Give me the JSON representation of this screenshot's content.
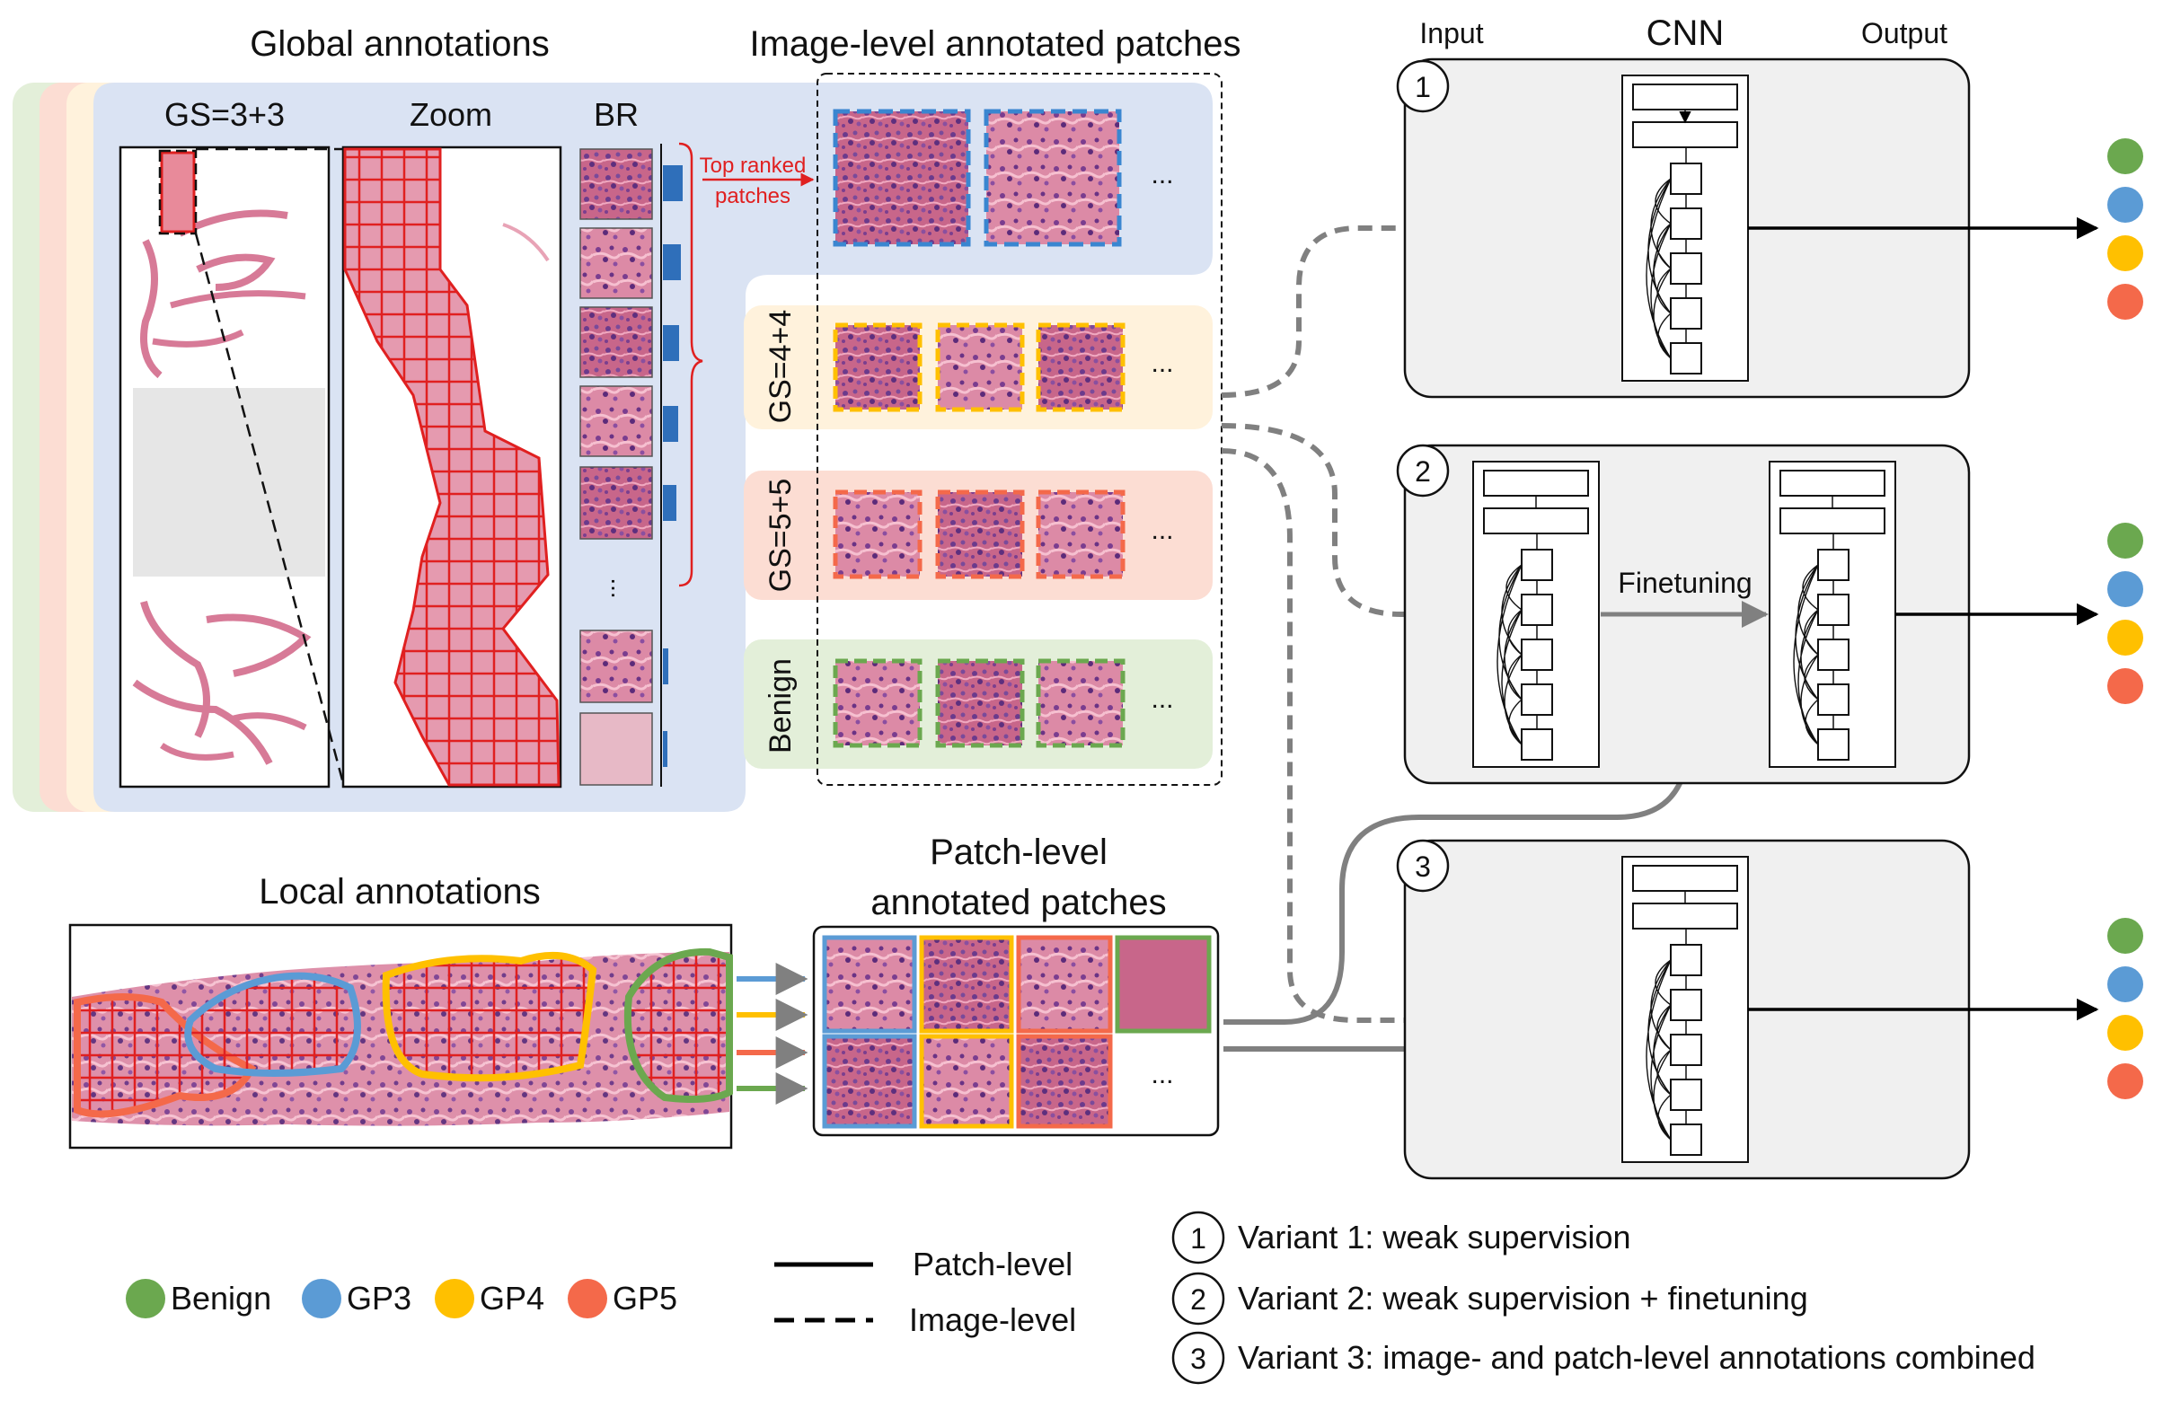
{
  "colors": {
    "benign": "#6ba84f",
    "gp3": "#5b9bd5",
    "gp4": "#ffc000",
    "gp5": "#f4694a",
    "annotation_red": "#e02020",
    "tissue": "#c9617e",
    "panel_blue": "#dae3f3",
    "panel_yellow": "#fff2dc",
    "panel_red": "#fcddd3",
    "panel_green": "#e3efd9",
    "cnn_box": "#f0f0f0",
    "arrow_gray": "#808080"
  },
  "global": {
    "title": "Global annotations",
    "col_gs": "GS=3+3",
    "col_zoom": "Zoom",
    "col_br": "BR",
    "top_ranked": [
      "Top ranked",
      "patches"
    ],
    "ellipsis": "..."
  },
  "image_level": {
    "title": "Image-level annotated patches",
    "rows": [
      {
        "label": "",
        "color_key": "gp3"
      },
      {
        "label": "GS=4+4",
        "color_key": "gp4"
      },
      {
        "label": "GS=5+5",
        "color_key": "gp5"
      },
      {
        "label": "Benign",
        "color_key": "benign"
      }
    ],
    "ellipsis": "..."
  },
  "local": {
    "title": "Local annotations"
  },
  "patch_level": {
    "title_line1": "Patch-level",
    "title_line2": "annotated patches",
    "ellipsis": "..."
  },
  "cnn": {
    "input_label": "Input",
    "title": "CNN",
    "output_label": "Output",
    "variant_numbers": [
      "1",
      "2",
      "3"
    ],
    "finetuning_label": "Finetuning"
  },
  "legend": {
    "classes": [
      {
        "label": "Benign",
        "color_key": "benign"
      },
      {
        "label": "GP3",
        "color_key": "gp3"
      },
      {
        "label": "GP4",
        "color_key": "gp4"
      },
      {
        "label": "GP5",
        "color_key": "gp5"
      }
    ],
    "lines": [
      {
        "label": "Patch-level",
        "style": "solid"
      },
      {
        "label": "Image-level",
        "style": "dashed"
      }
    ],
    "variants": [
      {
        "num": "1",
        "text": "Variant 1: weak supervision"
      },
      {
        "num": "2",
        "text": "Variant 2: weak supervision + finetuning"
      },
      {
        "num": "3",
        "text": "Variant 3: image- and patch-level annotations combined"
      }
    ]
  }
}
